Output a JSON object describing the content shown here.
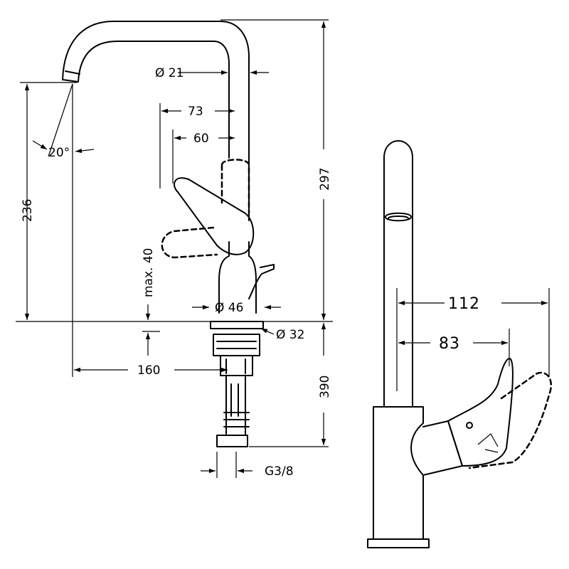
{
  "labels": {
    "dia_spout": "Ø 21",
    "reach_73": "73",
    "reach_60": "60",
    "angle": "20°",
    "height_236": "236",
    "height_297": "297",
    "max_40": "max. 40",
    "dia_base": "Ø 46",
    "dia_shank": "Ø 32",
    "reach_160": "160",
    "shank_390": "390",
    "thread": "G3/8",
    "handle_112": "112",
    "handle_83": "83"
  }
}
